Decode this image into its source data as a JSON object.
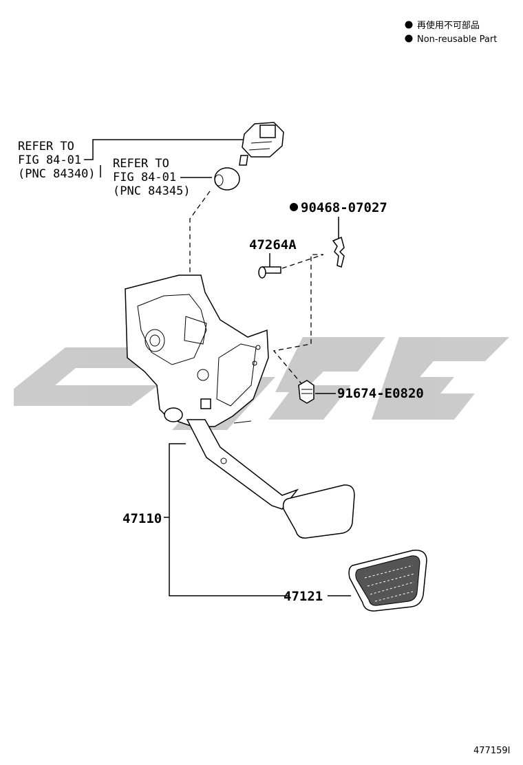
{
  "legend": {
    "line1": "再使用不可部品",
    "line2": "Non-reusable Part",
    "bullet_icon": "filled-circle"
  },
  "callouts": {
    "refer_a": {
      "line1": "REFER TO",
      "line2": "FIG 84-01",
      "line3": "(PNC 84340)"
    },
    "refer_b": {
      "line1": "REFER TO",
      "line2": "FIG 84-01",
      "line3": "(PNC 84345)"
    },
    "clip_part": "90468-07027",
    "pin_part": "47264A",
    "bolt_part": "91674-E0820",
    "pedal_assy_part": "47110",
    "pad_part": "47121"
  },
  "footer": {
    "figure_id": "477159I"
  },
  "colors": {
    "watermark": "#c8c8c8",
    "ink": "#000000"
  }
}
